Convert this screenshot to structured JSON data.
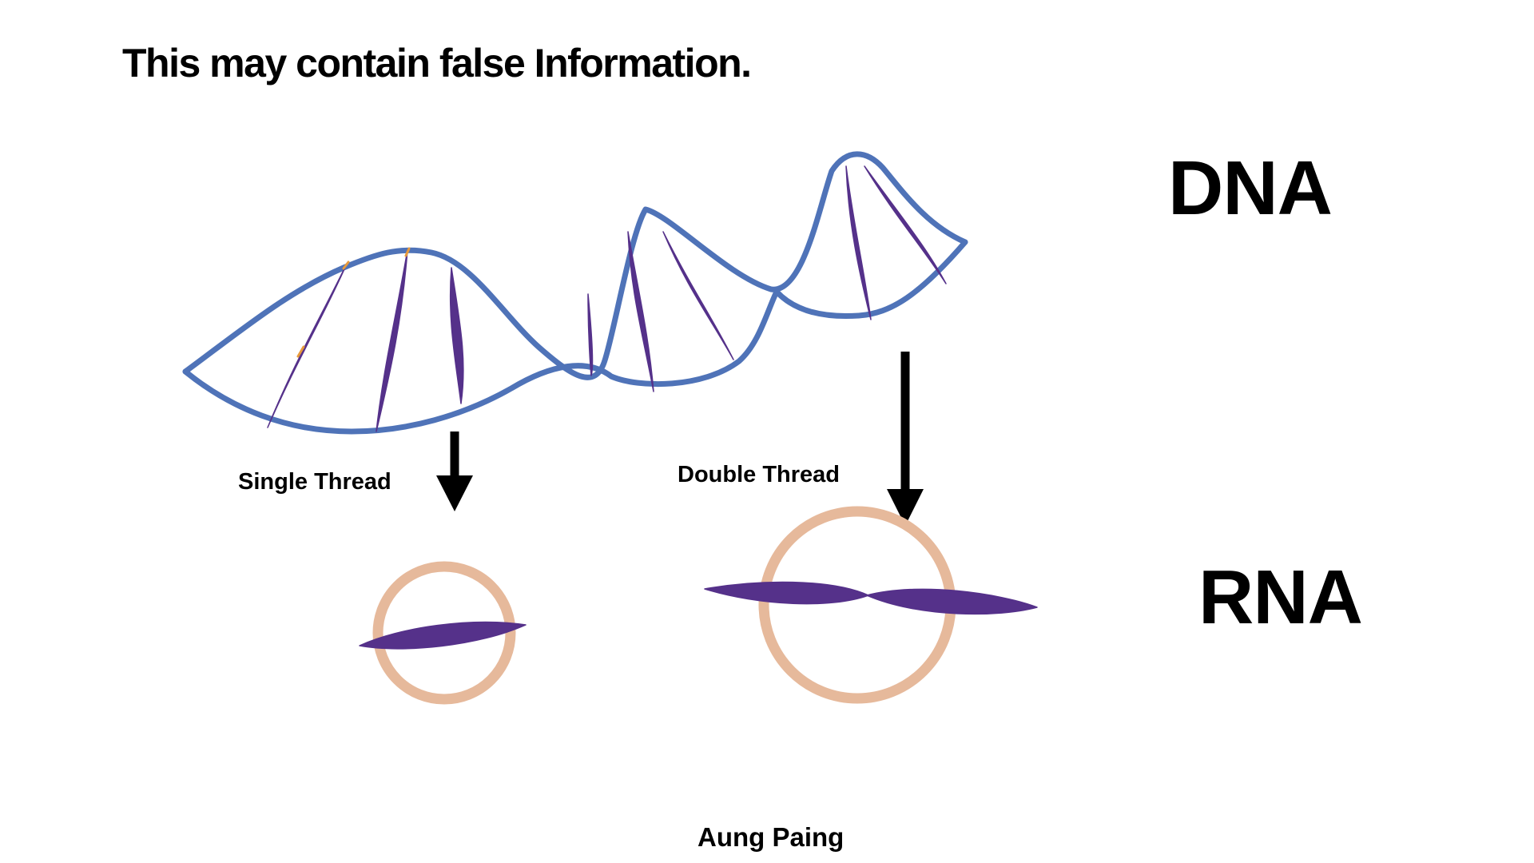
{
  "disclaimer": "This may contain false Information.",
  "labels": {
    "dna": "DNA",
    "rna": "RNA",
    "single_thread": "Single Thread",
    "double_thread": "Double Thread"
  },
  "author": "Aung Paing",
  "colors": {
    "dna_strand": "#4f73b8",
    "base_pair": "#55318a",
    "base_pair_highlight": "#e79a3c",
    "rna_ring": "#e6b99b",
    "arrow": "#000000",
    "text": "#000000",
    "background": "#ffffff"
  }
}
